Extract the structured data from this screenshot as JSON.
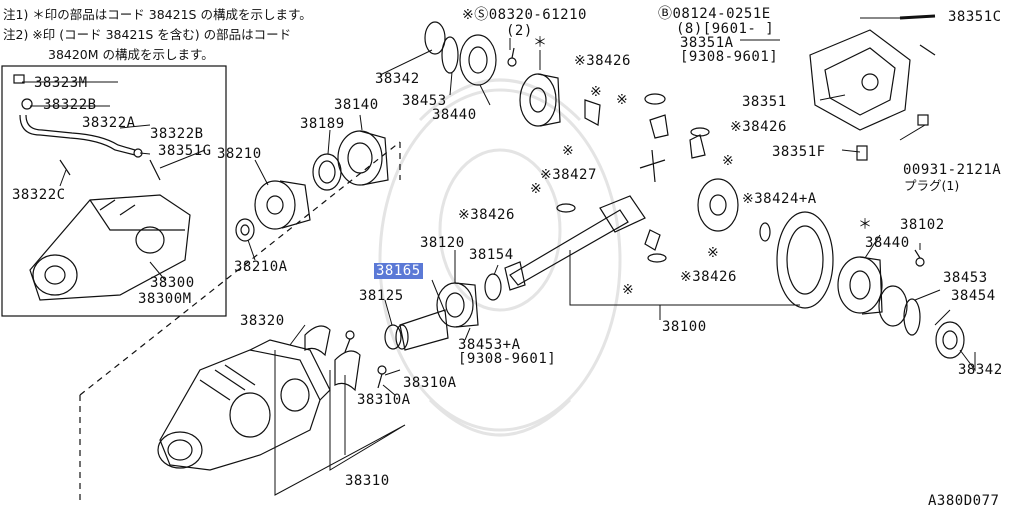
{
  "notes": {
    "line1": "注1) ＊印の部品はコード 38421S の構成を示します。",
    "line2": "注2) ※印 (コード 38421S を含む) の部品はコード",
    "line3": "38420M の構成を示します。"
  },
  "labels": {
    "p38323M": "38323M",
    "p38322B_l": "38322B",
    "p38322A": "38322A",
    "p38322B_r": "38322B",
    "p38351G": "38351G",
    "p38322C": "38322C",
    "p38300": "38300",
    "p38300M": "38300M",
    "p38342_t": "38342",
    "p38453_t": "38453",
    "p38440_t": "38440",
    "p08320": "※Ⓢ08320-61210",
    "p08320q": "(2)",
    "star_a": "＊",
    "p08124": "Ⓑ08124-0251E",
    "p08124q": "(8)[9601-      ]",
    "p38351A": "38351A",
    "p38351Ar": "[9308-9601]",
    "p38351C": "38351C",
    "p38426_a": "※38426",
    "p38351": "38351",
    "p38426_b": "※38426",
    "p38351F": "38351F",
    "p00931": "00931-2121A",
    "p00931b": "プラグ(1)",
    "p38140": "38140",
    "p38189": "38189",
    "p38210": "38210",
    "p38210A": "38210A",
    "p38427": "※38427",
    "p38424": "※38424+A",
    "p38426_c": "※38426",
    "p38120": "38120",
    "p38154": "38154",
    "p38165": "38165",
    "p38125": "38125",
    "p38426_d": "※38426",
    "p38102": "38102",
    "p38440_r": "38440",
    "star_b": "＊",
    "p38453_r": "38453",
    "p38454": "38454",
    "p38100": "38100",
    "p38453A": "38453+A",
    "p38453Ar": "[9308-9601]",
    "p38320": "38320",
    "p38310A_a": "38310A",
    "p38310A_b": "38310A",
    "p38310": "38310",
    "p38342_r": "38342",
    "diagram_id": "A380D077"
  },
  "marks": {
    "kome": "※"
  },
  "colors": {
    "highlight": "#5b79d6",
    "ink": "#111111",
    "watermark": "#e6e6e6"
  }
}
